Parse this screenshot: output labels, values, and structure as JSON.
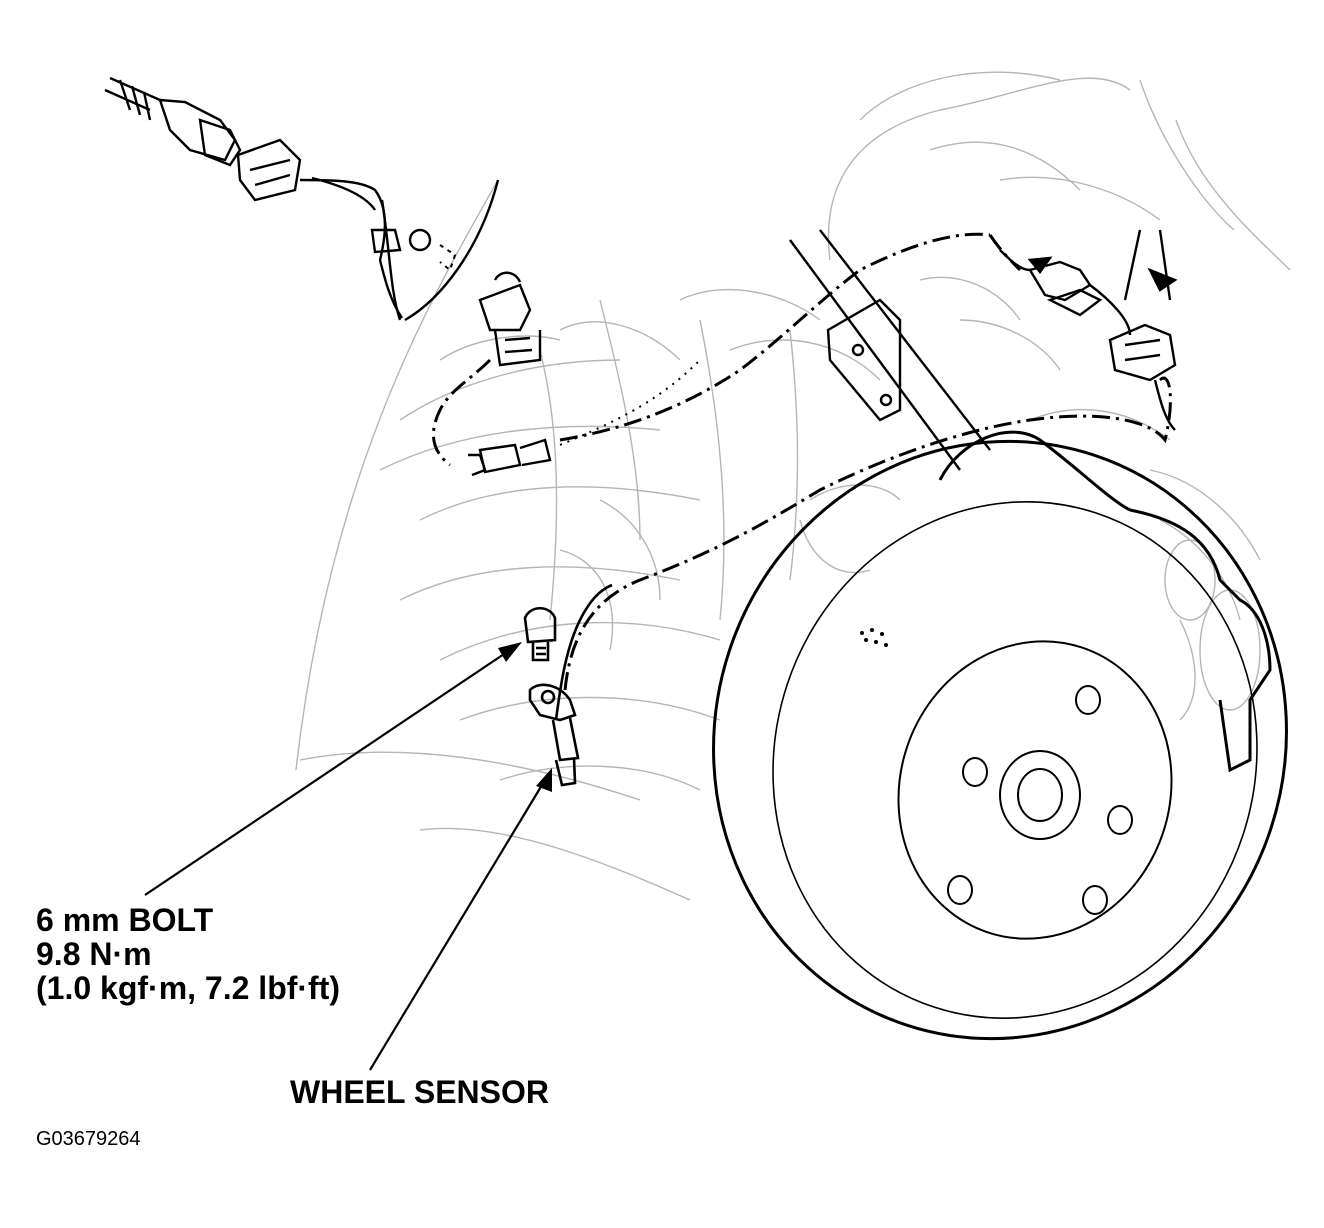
{
  "labels": {
    "bolt": "6 mm BOLT",
    "torque_nm": "9.8 N·m",
    "torque_alt": "(1.0 kgf·m, 7.2 lbf·ft)",
    "sensor": "WHEEL SENSOR"
  },
  "figure_id": "G03679264",
  "colors": {
    "ink": "#000000",
    "faint": "#bdbdbd",
    "paper": "#ffffff"
  }
}
